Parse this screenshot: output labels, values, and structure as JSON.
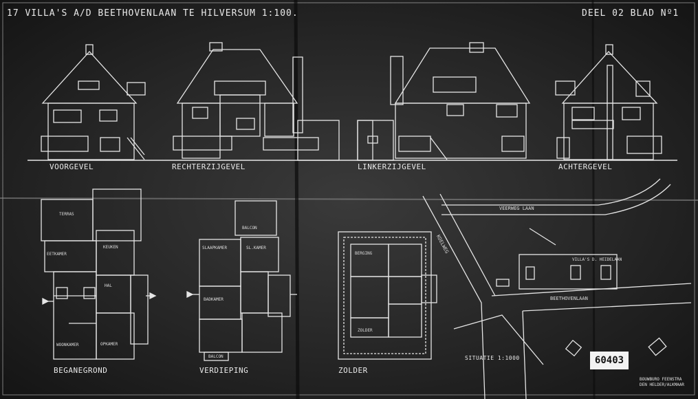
{
  "header": {
    "title": "17 VILLA'S A/D BEETHOVENLAAN TE HILVERSUM 1:100.",
    "sheet_ref": "DEEL 02  BLAD Nº1"
  },
  "elevations": [
    "VOORGEVEL",
    "RECHTERZIJGEVEL",
    "LINKERZIJGEVEL",
    "ACHTERGEVEL"
  ],
  "plans": {
    "ground": {
      "title": "BEGANEGROND",
      "rooms": [
        "TERRAS",
        "EETKAMER",
        "KEUKEN",
        "HAL",
        "WOONKAMER",
        "OPKAMER"
      ]
    },
    "upper": {
      "title": "VERDIEPING",
      "rooms": [
        "BALCON",
        "SLAAPKAMER",
        "SL.KAMER",
        "BADKAMER",
        "BALCON"
      ]
    },
    "attic": {
      "title": "ZOLDER",
      "rooms": [
        "BERGING",
        "ZOLDER"
      ]
    }
  },
  "site": {
    "title": "SITUATIE 1:1000",
    "streets": [
      "VEERWEG LAAN",
      "BEETHOVENLAAN",
      "KOELWEG"
    ],
    "marker": "VILLA'S D. HEIDELAAN"
  },
  "stamp": "60403",
  "maker": "BOUWBURO FEENSTRA\nDEN HELDER/ALKMAAR"
}
